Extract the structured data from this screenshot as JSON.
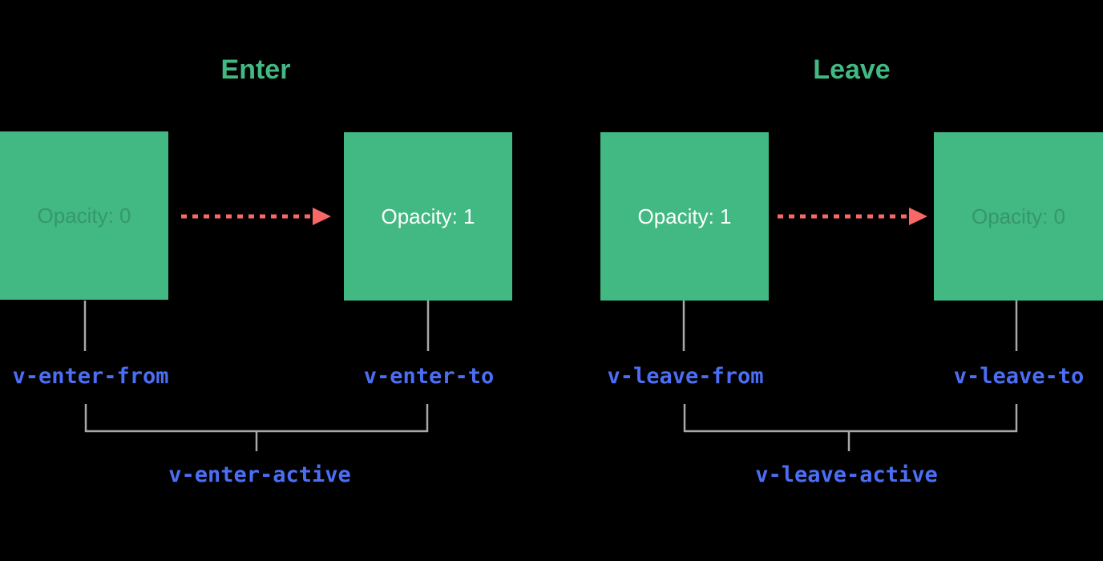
{
  "colors": {
    "bg": "#000000",
    "green": "#42b883",
    "red": "#f86868",
    "blue": "#4b6ef5",
    "line": "#a8a8a8",
    "white": "#ffffff"
  },
  "sections": [
    {
      "id": "enter",
      "title": "Enter",
      "from_box": {
        "label": "Opacity: 0",
        "faded": true
      },
      "to_box": {
        "label": "Opacity: 1",
        "faded": false
      },
      "from_class": "v-enter-from",
      "to_class": "v-enter-to",
      "active_class": "v-enter-active"
    },
    {
      "id": "leave",
      "title": "Leave",
      "from_box": {
        "label": "Opacity: 1",
        "faded": false
      },
      "to_box": {
        "label": "Opacity: 0",
        "faded": true
      },
      "from_class": "v-leave-from",
      "to_class": "v-leave-to",
      "active_class": "v-leave-active"
    }
  ]
}
